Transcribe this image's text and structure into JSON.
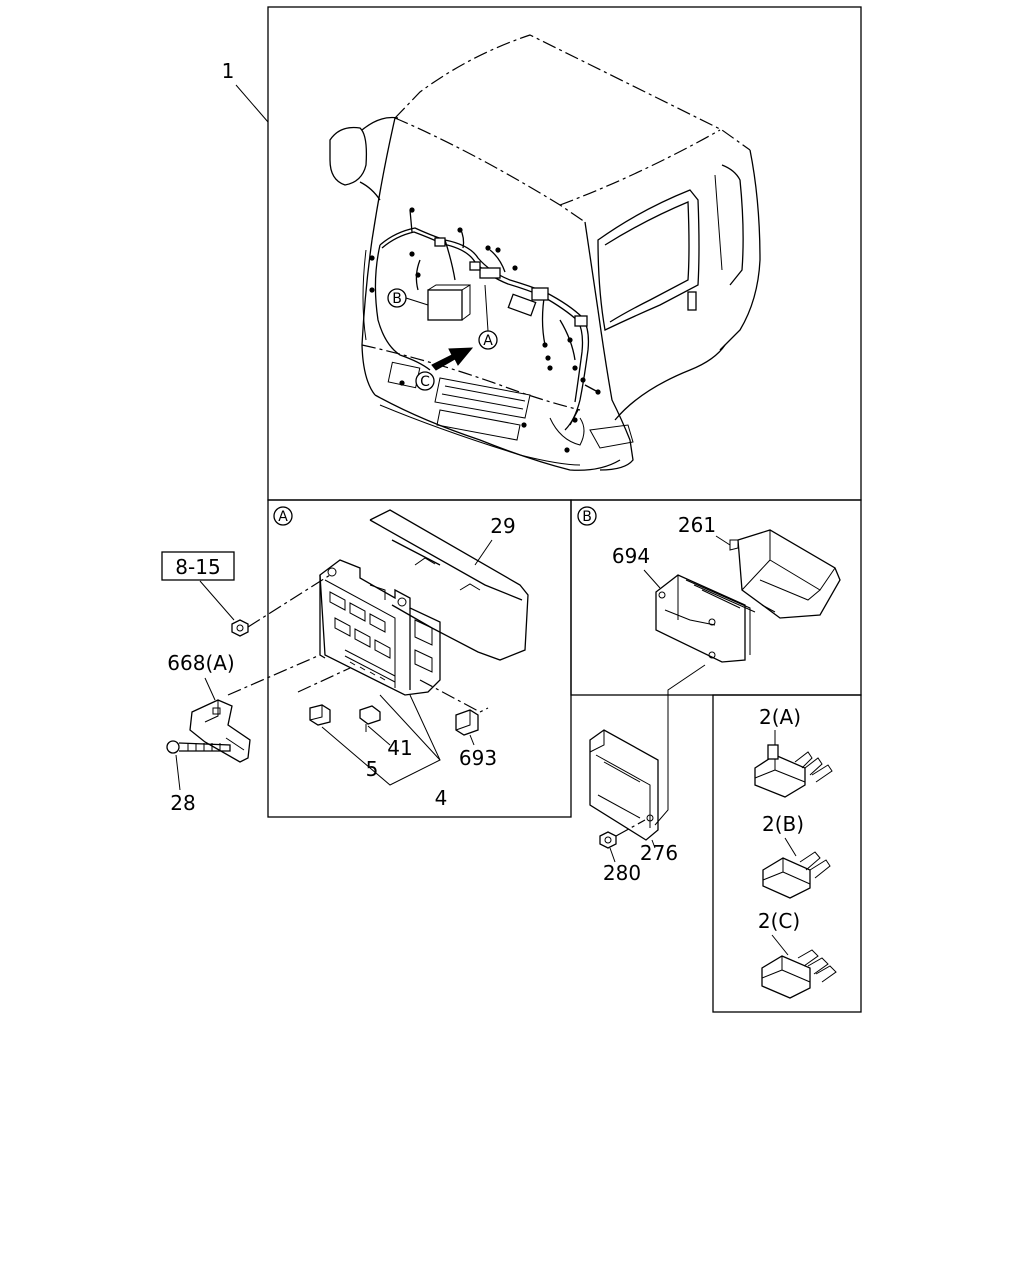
{
  "labels": {
    "assembly": "1",
    "callout_a": "A",
    "callout_b": "B",
    "callout_c": "C",
    "ref_box": "8-15",
    "p29": "29",
    "p668a": "668(A)",
    "p28": "28",
    "p41": "41",
    "p5": "5",
    "p4": "4",
    "p693": "693",
    "p261": "261",
    "p694": "694",
    "p276": "276",
    "p280": "280",
    "p2a": "2(A)",
    "p2b": "2(B)",
    "p2c": "2(C)"
  }
}
